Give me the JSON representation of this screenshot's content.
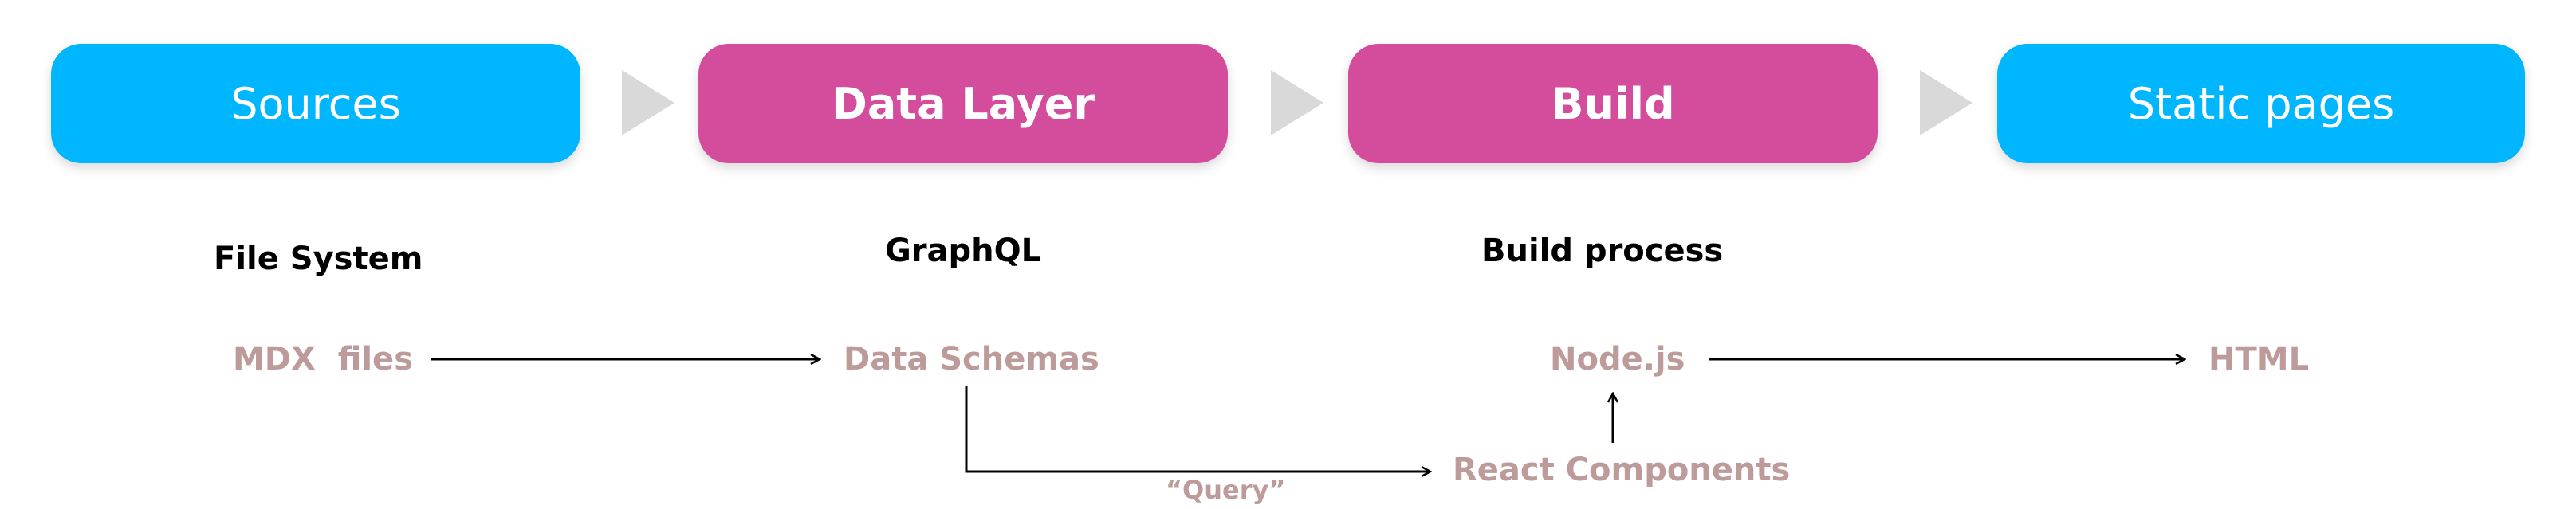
{
  "stages": {
    "sources": "Sources",
    "data_layer": "Data Layer",
    "build": "Build",
    "static_pages": "Static pages"
  },
  "headings": {
    "file_system": "File System",
    "graphql": "GraphQL",
    "build_process": "Build process"
  },
  "nodes": {
    "mdx_files": "MDX  files",
    "data_schemas": "Data Schemas",
    "node_js": "Node.js",
    "html": "HTML",
    "react_components": "React Components"
  },
  "edges": {
    "query_label": "“Query”"
  },
  "colors": {
    "blue_stage": "#00b6ff",
    "pink_stage": "#d44d9c",
    "node_text": "#bd9b9b",
    "chevron": "#d9d9d9"
  }
}
